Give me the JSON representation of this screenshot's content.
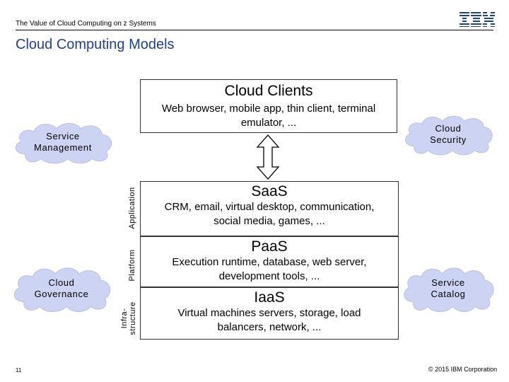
{
  "header": {
    "title": "The Value of Cloud Computing on z Systems",
    "logo_text": "IBM",
    "brand_color": "#1f3f99"
  },
  "page_title": "Cloud Computing Models",
  "diagram": {
    "clients": {
      "title": "Cloud Clients",
      "desc_line1": "Web browser, mobile app, thin client, terminal",
      "desc_line2": "emulator, ..."
    },
    "saas": {
      "title": "SaaS",
      "desc_line1": "CRM, email, virtual desktop, communication,",
      "desc_line2": "social media, games, ..."
    },
    "paas": {
      "title": "PaaS",
      "desc_line1": "Execution runtime, database, web server,",
      "desc_line2": "development tools, ..."
    },
    "iaas": {
      "title": "IaaS",
      "desc_line1": "Virtual machines servers, storage, load",
      "desc_line2": "balancers, network, ..."
    },
    "side_labels": {
      "application": "Application",
      "platform": "Platform",
      "infra_line1": "Infra-",
      "infra_line2": "structure"
    },
    "clouds": {
      "service_management": {
        "line1": "Service",
        "line2": "Management"
      },
      "cloud_security": {
        "line1": "Cloud",
        "line2": "Security"
      },
      "cloud_governance": {
        "line1": "Cloud",
        "line2": "Governance"
      },
      "service_catalog": {
        "line1": "Service",
        "line2": "Catalog"
      }
    },
    "cloud_fill": "#cdd3f2",
    "cloud_stroke": "#b8bfe6",
    "arrow_icon": "double-arrow-vertical-icon"
  },
  "footer": {
    "page_number": "11",
    "copyright": "© 2015 IBM Corporation"
  }
}
